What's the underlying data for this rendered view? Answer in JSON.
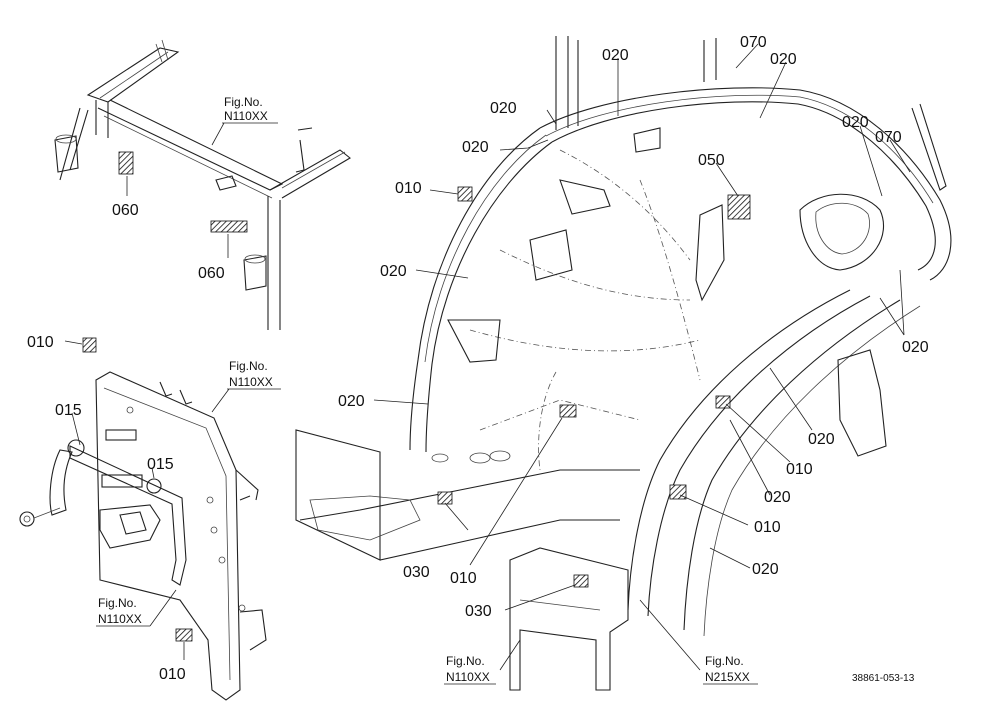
{
  "labels": {
    "fig_no": "Fig.No.",
    "fig_a": "N110XX",
    "fig_b": "N110XX",
    "fig_c": "N110XX",
    "fig_d": "N110XX",
    "fig_e": "N215XX",
    "p010": "010",
    "p015": "015",
    "p020": "020",
    "p030": "030",
    "p050": "050",
    "p060": "060",
    "p070": "070"
  },
  "drawing_number": "38861-053-13"
}
